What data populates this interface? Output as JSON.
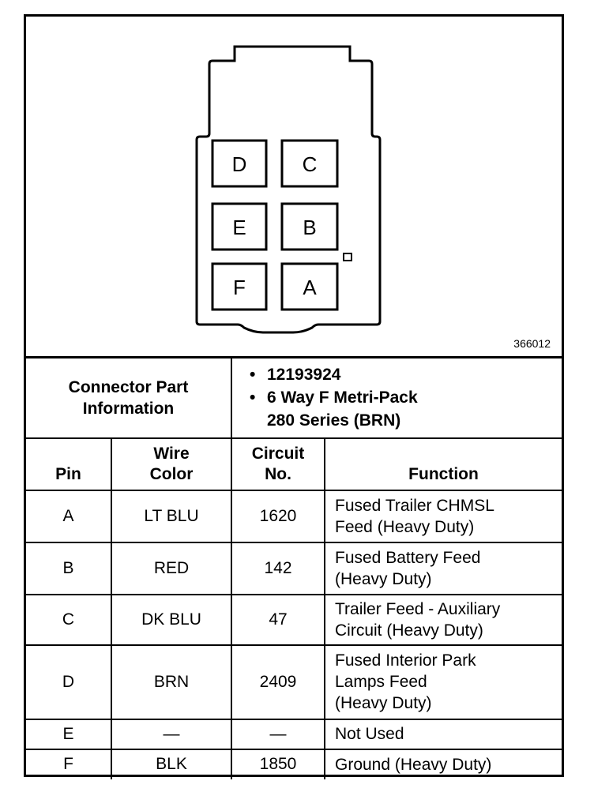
{
  "figure_number": "366012",
  "pins": [
    {
      "label": "D"
    },
    {
      "label": "C"
    },
    {
      "label": "E"
    },
    {
      "label": "B"
    },
    {
      "label": "F"
    },
    {
      "label": "A"
    }
  ],
  "connector": {
    "label_line1": "Connector Part",
    "label_line2": "Information",
    "part_number": "12193924",
    "description_line1": "6 Way F Metri-Pack",
    "description_line2": "280 Series (BRN)"
  },
  "columns": {
    "pin": "Pin",
    "wire_color_line1": "Wire",
    "wire_color_line2": "Color",
    "circuit_line1": "Circuit",
    "circuit_line2": "No.",
    "function": "Function"
  },
  "rows": [
    {
      "pin": "A",
      "wire": "LT BLU",
      "circuit": "1620",
      "function": [
        "Fused Trailer CHMSL",
        "Feed (Heavy Duty)"
      ]
    },
    {
      "pin": "B",
      "wire": "RED",
      "circuit": "142",
      "function": [
        "Fused Battery Feed",
        "(Heavy Duty)"
      ]
    },
    {
      "pin": "C",
      "wire": "DK BLU",
      "circuit": "47",
      "function": [
        "Trailer Feed - Auxiliary",
        "Circuit (Heavy Duty)"
      ]
    },
    {
      "pin": "D",
      "wire": "BRN",
      "circuit": "2409",
      "function": [
        "Fused Interior Park",
        "Lamps Feed",
        "(Heavy Duty)"
      ]
    },
    {
      "pin": "E",
      "wire": "—",
      "circuit": "—",
      "function": [
        "Not Used"
      ]
    },
    {
      "pin": "F",
      "wire": "BLK",
      "circuit": "1850",
      "function": [
        "Ground (Heavy Duty)"
      ]
    }
  ]
}
